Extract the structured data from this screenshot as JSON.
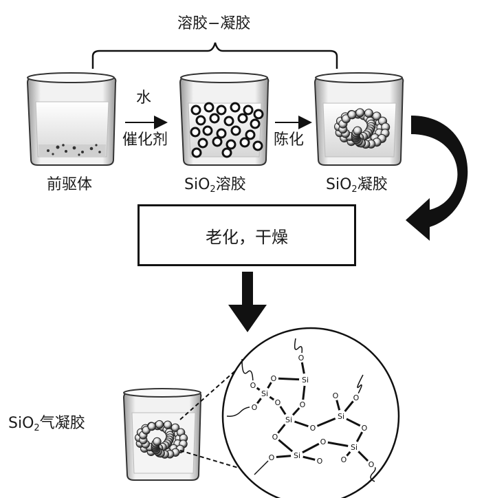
{
  "labels": {
    "sol_gel": "溶胶−凝胶",
    "water": "水",
    "catalyst": "催化剂",
    "aging_1": "陈化",
    "precursor": "前驱体",
    "sio2_sol_main": "SiO",
    "sio2_sol_sub": "2",
    "sio2_sol_suffix": "溶胶",
    "sio2_gel_main": "SiO",
    "sio2_gel_sub": "2",
    "sio2_gel_suffix": "凝胶",
    "process_box": "老化，干燥",
    "aerogel_main": "SiO",
    "aerogel_sub": "2",
    "aerogel_suffix": "气凝胶"
  },
  "network": {
    "si_label": "Si",
    "o_label": "O"
  }
}
